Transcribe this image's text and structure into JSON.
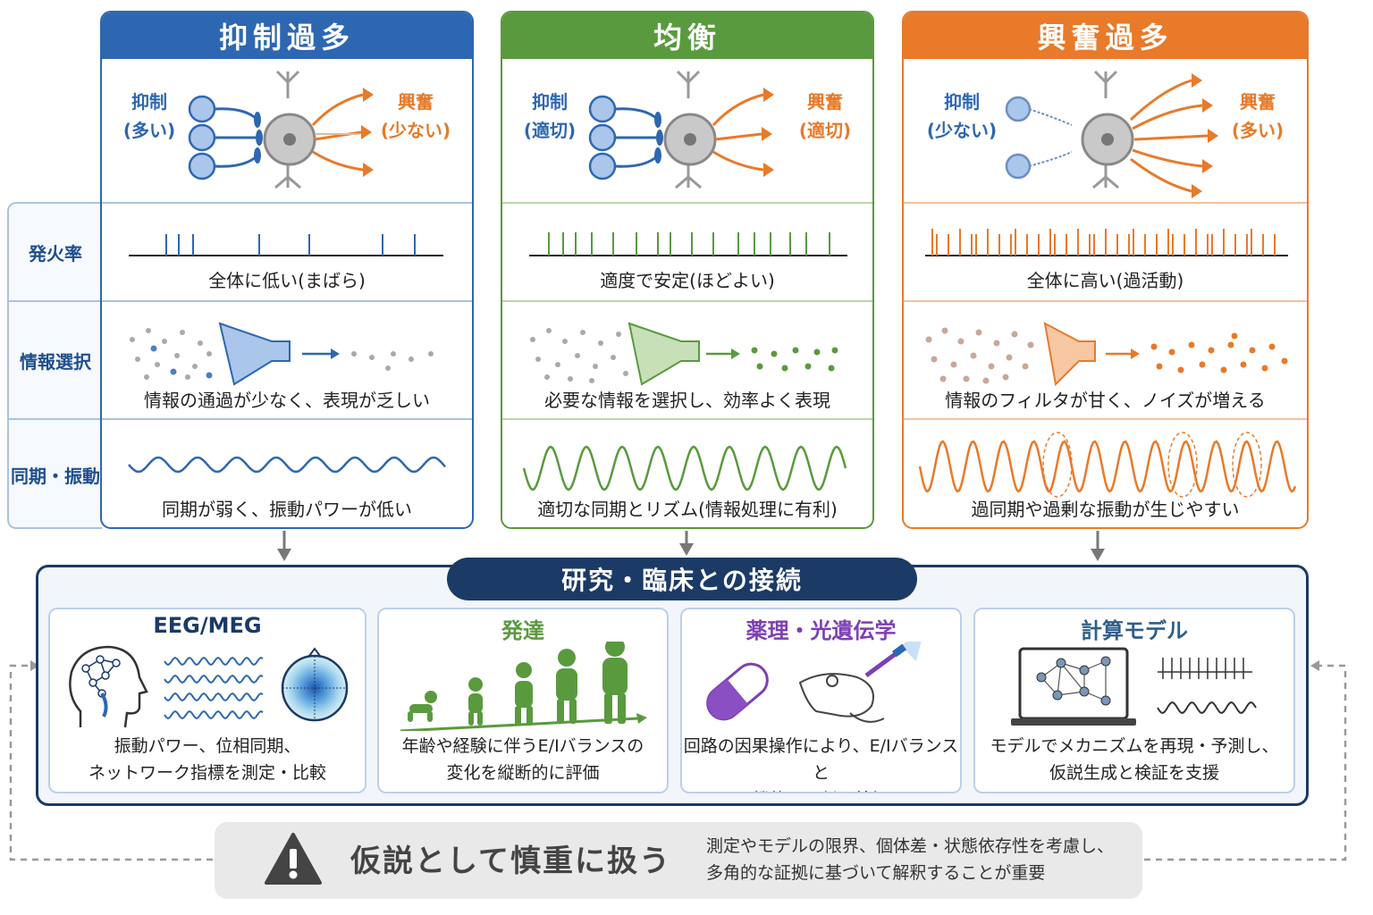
{
  "rows": {
    "firing": "発火率",
    "selection": "情報選択",
    "sync": "同期・振動"
  },
  "inhibition_dominant": {
    "title": "抑制過多",
    "inh_label": "抑制",
    "inh_amount": "(多い)",
    "exc_label": "興奮",
    "exc_amount": "(少ない)",
    "firing_caption": "全体に低い(まばら)",
    "selection_caption": "情報の通過が少なく、表現が乏しい",
    "sync_caption": "同期が弱く、振動パワーが低い"
  },
  "balanced": {
    "title": "均衡",
    "inh_label": "抑制",
    "inh_amount": "(適切)",
    "exc_label": "興奮",
    "exc_amount": "(適切)",
    "firing_caption": "適度で安定(ほどよい)",
    "selection_caption": "必要な情報を選択し、効率よく表現",
    "sync_caption": "適切な同期とリズム(情報処理に有利)"
  },
  "excitation_dominant": {
    "title": "興奮過多",
    "inh_label": "抑制",
    "inh_amount": "(少ない)",
    "exc_label": "興奮",
    "exc_amount": "(多い)",
    "firing_caption": "全体に高い(過活動)",
    "selection_caption": "情報のフィルタが甘く、ノイズが増える",
    "sync_caption": "過同期や過剰な振動が生じやすい"
  },
  "research": {
    "title": "研究・臨床との接続",
    "cards": [
      {
        "title": "EEG/MEG",
        "desc1": "振動パワー、位相同期、",
        "desc2": "ネットワーク指標を測定・比較"
      },
      {
        "title": "発達",
        "desc1": "年齢や経験に伴うE/Iバランスの",
        "desc2": "変化を縦断的に評価"
      },
      {
        "title": "薬理・光遺伝学",
        "desc1": "回路の因果操作により、E/Iバランスと",
        "desc2": "機能の関係を検証"
      },
      {
        "title": "計算モデル",
        "desc1": "モデルでメカニズムを再現・予測し、",
        "desc2": "仮説生成と検証を支援"
      }
    ]
  },
  "caution": {
    "title": "仮説として慎重に扱う",
    "desc1": "測定やモデルの限界、個体差・状態依存性を考慮し、",
    "desc2": "多角的な証拠に基づいて解釈することが重要"
  },
  "colors": {
    "inhibition": "#2e67b1",
    "balanced": "#5a9a3e",
    "excitation": "#e87a2a",
    "navy": "#1b3a66",
    "purple": "#7e3fb5"
  }
}
